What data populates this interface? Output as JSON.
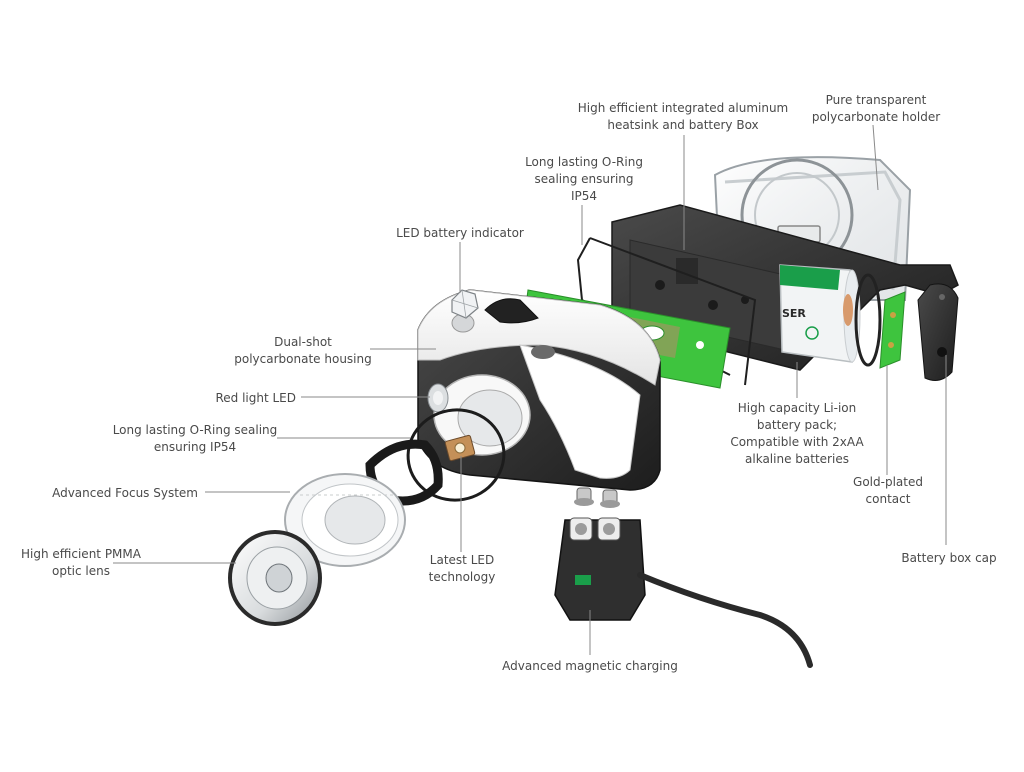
{
  "labels": {
    "heatsink": "High efficient  integrated aluminum\nheatsink and battery Box",
    "holder": "Pure transparent\npolycarbonate holder",
    "oring_top": "Long lasting  O-Ring\nsealing ensuring\nIP54",
    "led_indicator": "LED battery indicator",
    "housing": "Dual-shot\npolycarbonate housing",
    "red_led": "Red light LED",
    "oring_left": "Long lasting  O-Ring sealing\nensuring  IP54",
    "focus": "Advanced Focus System",
    "lens": "High efficient PMMA\noptic lens",
    "latest_led": "Latest LED\ntechnology",
    "charging": "Advanced magnetic charging",
    "battery_pack": "High capacity Li-ion\nbattery pack;\nCompatible with 2xAA\nalkaline batteries",
    "gold_contact": "Gold-plated\ncontact",
    "battery_cap": "Battery box cap"
  },
  "product_text": "SER",
  "colors": {
    "label_text": "#4a4a4a",
    "leader_line": "#8a8a8a",
    "pcb_green": "#3ec43e",
    "pcb_copper": "#b88a6a",
    "housing_white": "#f4f4f4",
    "housing_black": "#2b2b2b",
    "heatsink": "#3a3a3a",
    "battery_green": "#1a9e4a"
  }
}
